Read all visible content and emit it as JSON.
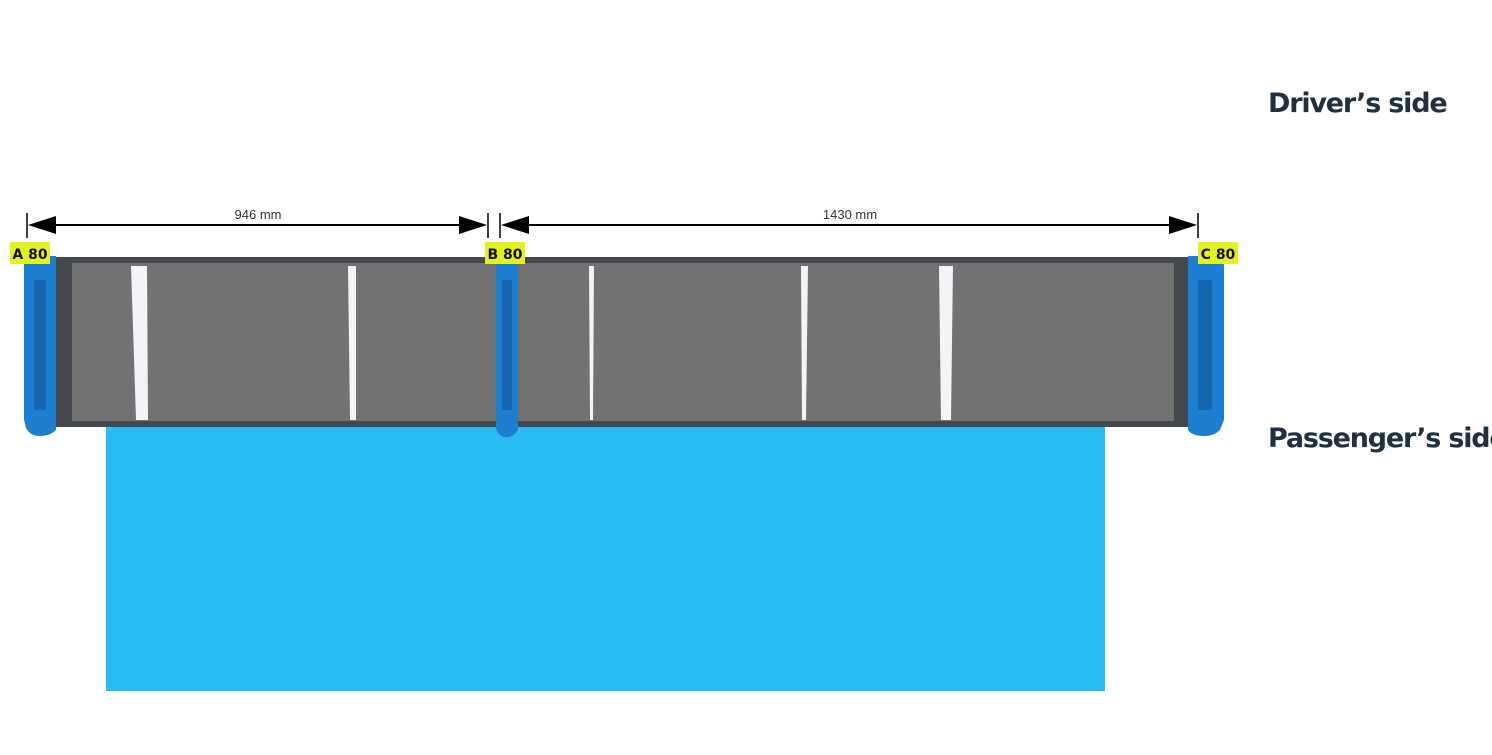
{
  "labels": {
    "drivers_side": "Driver’s side",
    "passengers_side": "Passenger’s side"
  },
  "feet": [
    {
      "id": "A",
      "label": "A 80"
    },
    {
      "id": "B",
      "label": "B 80"
    },
    {
      "id": "C",
      "label": "C 80"
    }
  ],
  "dimensions": [
    {
      "from": "A",
      "to": "B",
      "value": 946,
      "label": "946 mm"
    },
    {
      "from": "B",
      "to": "C",
      "value": 1430,
      "label": "1430 mm"
    }
  ],
  "colors": {
    "roof": "#29bbf6",
    "rail_body": "#727272",
    "rail_frame": "#45484d",
    "foot": "#1d7fd1",
    "foot_dark": "#1766b0",
    "badge": "#e3f21c",
    "divider": "#f2f4f7",
    "text": "#1f3140",
    "arrow": "#000000"
  }
}
